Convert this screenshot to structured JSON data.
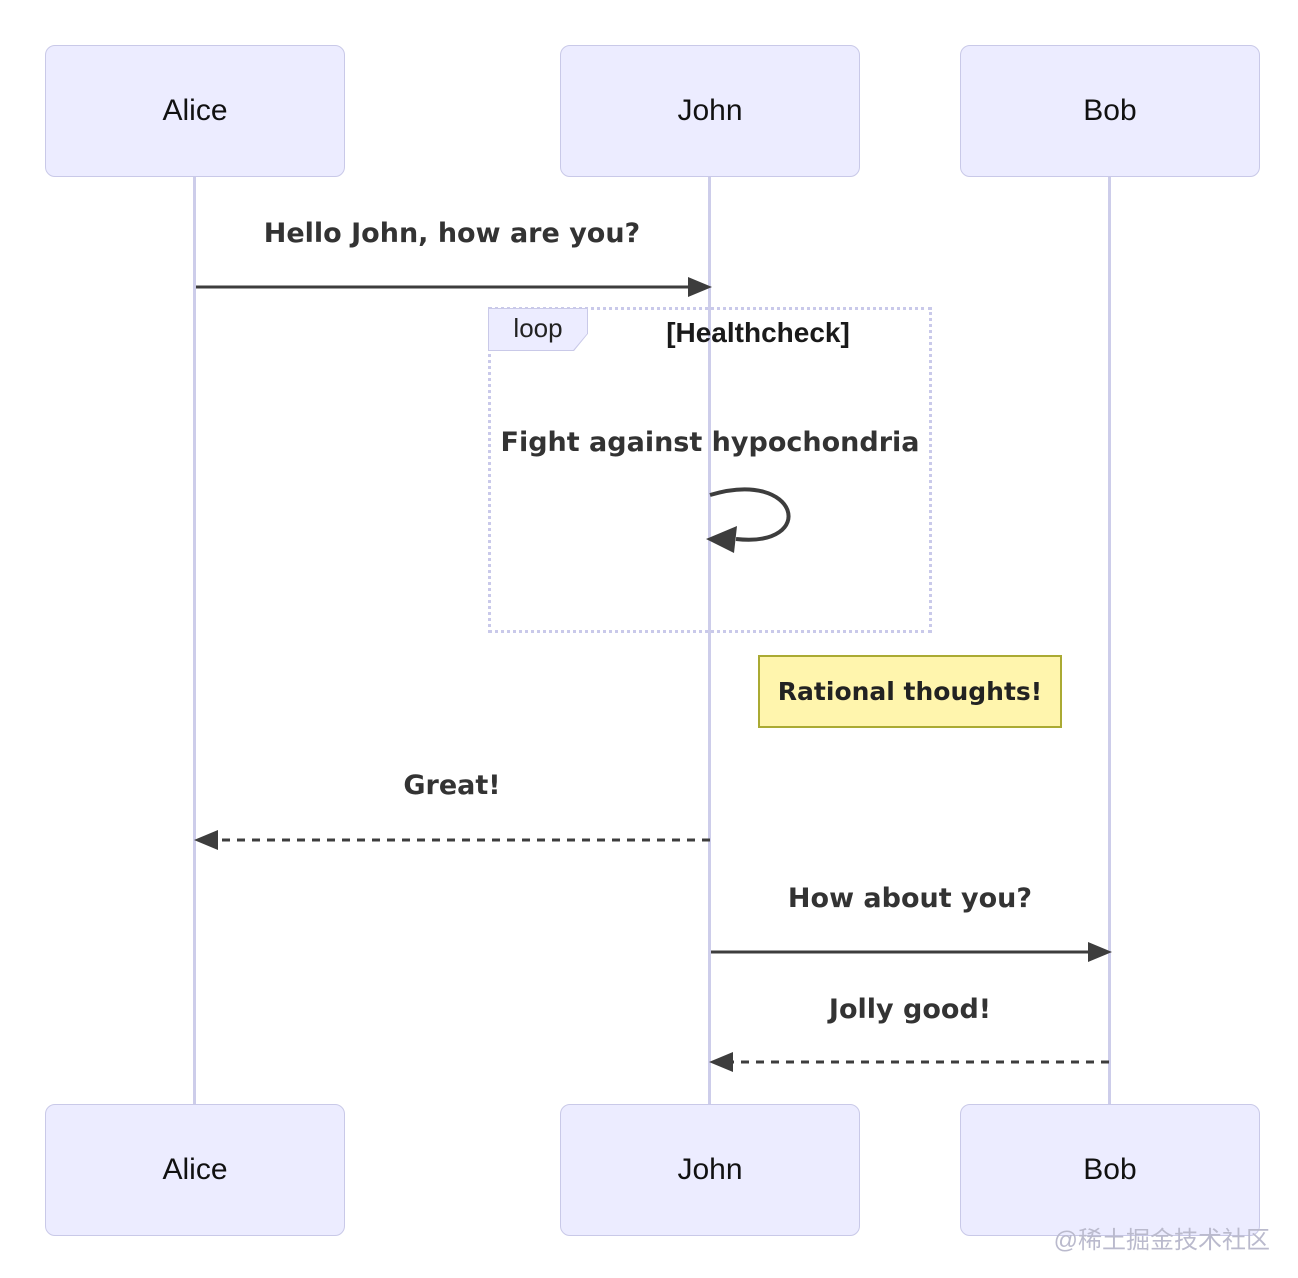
{
  "diagram": {
    "type": "sequence-diagram",
    "actors": [
      {
        "name": "Alice"
      },
      {
        "name": "John"
      },
      {
        "name": "Bob"
      }
    ],
    "messages": [
      {
        "from": "Alice",
        "to": "John",
        "text": "Hello John, how are you?",
        "line": "solid",
        "arrow": "filled"
      },
      {
        "from": "John",
        "to": "John",
        "text": "Fight against hypochondria",
        "line": "self-loop",
        "arrow": "filled"
      },
      {
        "from": "John",
        "to": "Alice",
        "text": "Great!",
        "line": "dashed",
        "arrow": "filled"
      },
      {
        "from": "John",
        "to": "Bob",
        "text": "How about you?",
        "line": "solid",
        "arrow": "filled"
      },
      {
        "from": "Bob",
        "to": "John",
        "text": "Jolly good!",
        "line": "dashed",
        "arrow": "filled"
      }
    ],
    "loop_frame": {
      "label": "loop",
      "condition": "[Healthcheck]"
    },
    "note": {
      "position": "right of John",
      "text": "Rational thoughts!"
    },
    "watermark": "@稀土掘金技术社区",
    "colors": {
      "actor_fill": "#ECECFF",
      "actor_border": "#C9C9E8",
      "lifeline": "#CDCDEA",
      "loop_border": "#C9C9EA",
      "note_fill": "#FFF5AD",
      "note_border": "#AAAA33",
      "arrow": "#3D3D3D",
      "watermark": "#BABACD"
    }
  }
}
